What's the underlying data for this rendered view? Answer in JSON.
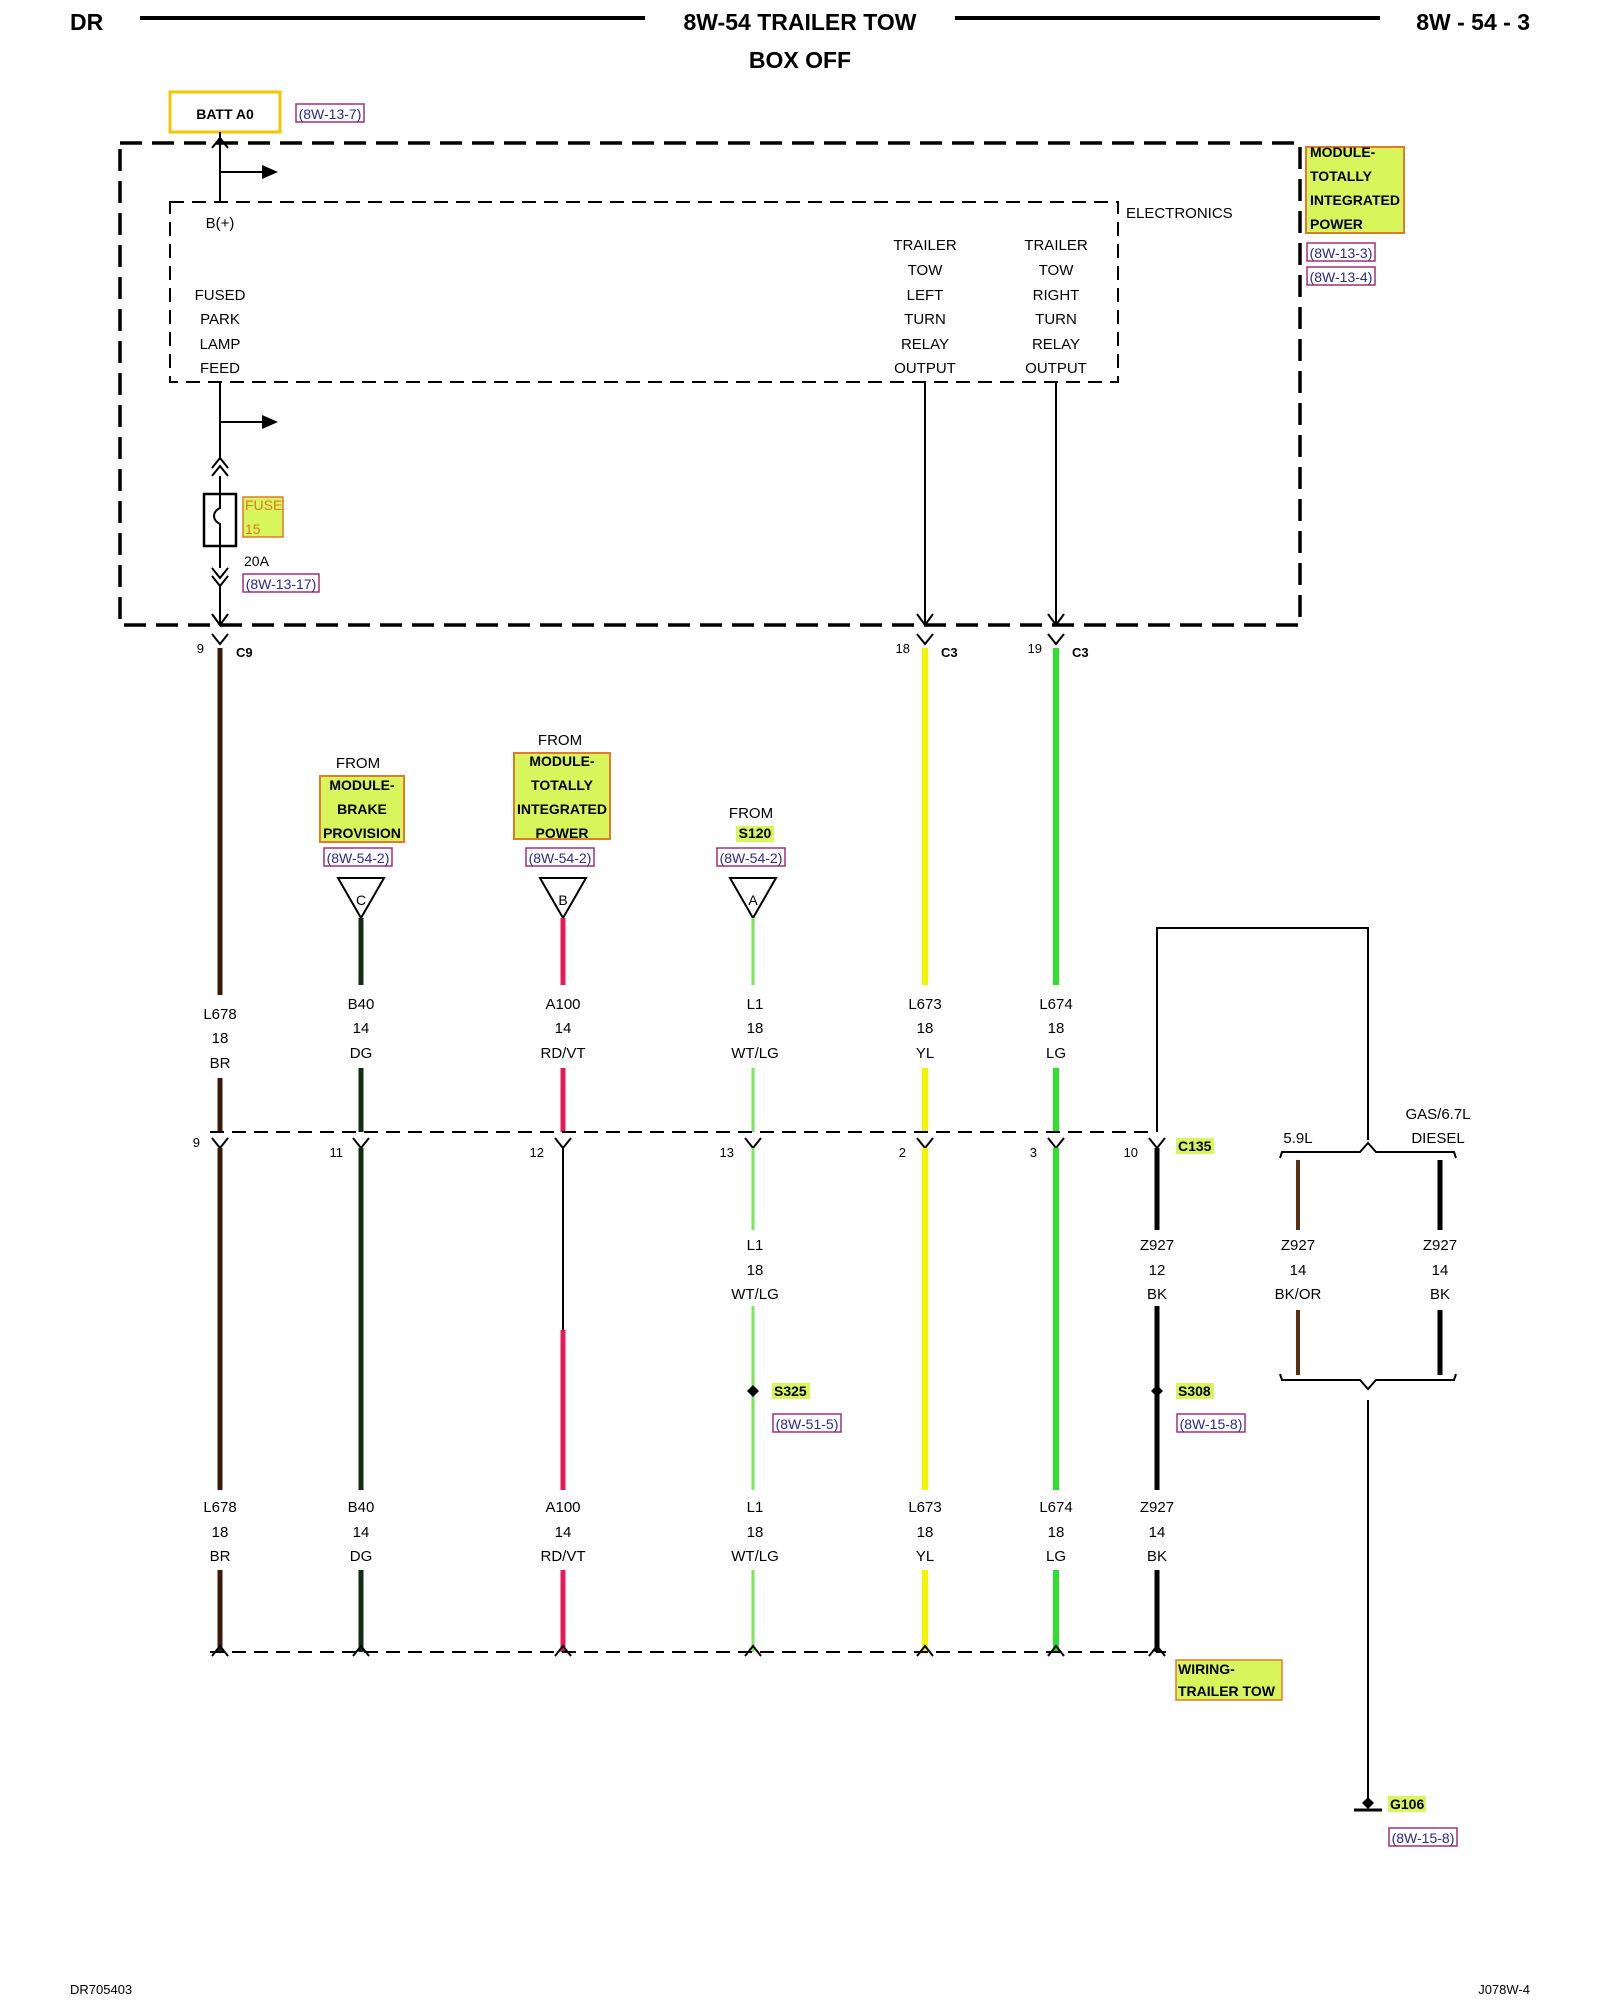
{
  "header": {
    "left": "DR",
    "title": "8W-54 TRAILER TOW",
    "subtitle": "BOX OFF",
    "page": "8W - 54 - 3"
  },
  "footer": {
    "left": "DR705403",
    "right": "J078W-4"
  },
  "colors": {
    "highlight_fill": "#d8f55c",
    "highlight_border": "#e07a28",
    "ref_border": "#a0307a",
    "batt_border": "#f0c800",
    "wire_BR": "#3b1a0a",
    "wire_DG": "#0f2e0f",
    "wire_RDVT": "#e8185a",
    "wire_WTLG": "#7ae65a",
    "wire_YL": "#f4f400",
    "wire_LG": "#2ee02e",
    "wire_BK": "#000000",
    "wire_BKOR": "#5a3010"
  },
  "batt": {
    "label": "BATT A0",
    "ref": "(8W-13-7)"
  },
  "module_tip": {
    "lines": [
      "MODULE-",
      "TOTALLY",
      "INTEGRATED",
      "POWER"
    ],
    "refs": [
      "(8W-13-3)",
      "(8W-13-4)"
    ]
  },
  "electronics": {
    "label": "ELECTRONICS",
    "bplus": "B(+)",
    "fused_feed": [
      "FUSED",
      "PARK",
      "LAMP",
      "FEED"
    ],
    "left_turn": [
      "TRAILER",
      "TOW",
      "LEFT",
      "TURN",
      "RELAY",
      "OUTPUT"
    ],
    "right_turn": [
      "TRAILER",
      "TOW",
      "RIGHT",
      "TURN",
      "RELAY",
      "OUTPUT"
    ]
  },
  "fuse": {
    "name": [
      "FUSE",
      "15"
    ],
    "rating": "20A",
    "ref": "(8W-13-17)"
  },
  "upper_connectors": [
    {
      "pin": "9",
      "name": "C9"
    },
    {
      "pin": "18",
      "name": "C3"
    },
    {
      "pin": "19",
      "name": "C3"
    }
  ],
  "sources": [
    {
      "from": "FROM",
      "lines": [
        "MODULE-",
        "BRAKE",
        "PROVISION"
      ],
      "ref": "(8W-54-2)",
      "letter": "C"
    },
    {
      "from": "FROM",
      "lines": [
        "MODULE-",
        "TOTALLY",
        "INTEGRATED",
        "POWER"
      ],
      "ref": "(8W-54-2)",
      "letter": "B"
    },
    {
      "from": "FROM",
      "lines": [
        "S120"
      ],
      "ref": "(8W-54-2)",
      "letter": "A"
    }
  ],
  "wires_upper": [
    {
      "circuit": "L678",
      "gauge": "18",
      "color": "BR"
    },
    {
      "circuit": "B40",
      "gauge": "14",
      "color": "DG"
    },
    {
      "circuit": "A100",
      "gauge": "14",
      "color": "RD/VT"
    },
    {
      "circuit": "L1",
      "gauge": "18",
      "color": "WT/LG"
    },
    {
      "circuit": "L673",
      "gauge": "18",
      "color": "YL"
    },
    {
      "circuit": "L674",
      "gauge": "18",
      "color": "LG"
    }
  ],
  "c135": {
    "name": "C135",
    "pins": [
      "9",
      "11",
      "12",
      "13",
      "2",
      "3",
      "10"
    ]
  },
  "wires_mid": [
    {
      "circuit": "L1",
      "gauge": "18",
      "color": "WT/LG"
    },
    {
      "circuit": "Z927",
      "gauge": "12",
      "color": "BK"
    },
    {
      "circuit": "Z927",
      "gauge": "14",
      "color": "BK/OR"
    },
    {
      "circuit": "Z927",
      "gauge": "14",
      "color": "BK"
    }
  ],
  "engine_options": {
    "left": "5.9L",
    "right": [
      "GAS/6.7L",
      "DIESEL"
    ]
  },
  "splices": [
    {
      "name": "S325",
      "ref": "(8W-51-5)"
    },
    {
      "name": "S308",
      "ref": "(8W-15-8)"
    }
  ],
  "wires_lower": [
    {
      "circuit": "L678",
      "gauge": "18",
      "color": "BR"
    },
    {
      "circuit": "B40",
      "gauge": "14",
      "color": "DG"
    },
    {
      "circuit": "A100",
      "gauge": "14",
      "color": "RD/VT"
    },
    {
      "circuit": "L1",
      "gauge": "18",
      "color": "WT/LG"
    },
    {
      "circuit": "L673",
      "gauge": "18",
      "color": "YL"
    },
    {
      "circuit": "L674",
      "gauge": "18",
      "color": "LG"
    },
    {
      "circuit": "Z927",
      "gauge": "14",
      "color": "BK"
    }
  ],
  "trailer_tow": {
    "lines": [
      "WIRING-",
      "TRAILER TOW"
    ]
  },
  "ground": {
    "name": "G106",
    "ref": "(8W-15-8)"
  }
}
